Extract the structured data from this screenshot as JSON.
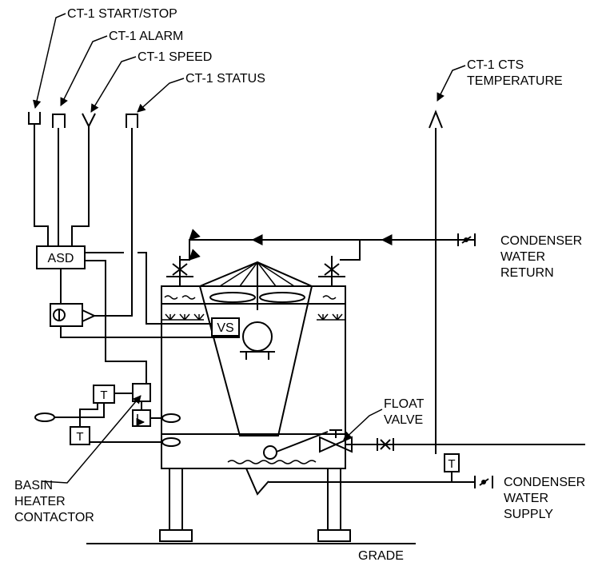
{
  "points": {
    "start_stop": "CT-1 START/STOP",
    "alarm": "CT-1 ALARM",
    "speed": "CT-1 SPEED",
    "status": "CT-1 STATUS",
    "cts_temp": [
      "CT-1 CTS",
      "TEMPERATURE"
    ]
  },
  "labels": {
    "cond_return": [
      "CONDENSER",
      "WATER",
      "RETURN"
    ],
    "cond_supply": [
      "CONDENSER",
      "WATER",
      "SUPPLY"
    ],
    "float_valve": [
      "FLOAT",
      "VALVE"
    ],
    "basin_heater": [
      "BASIN",
      "HEATER",
      "CONTACTOR"
    ],
    "grade": "GRADE"
  },
  "devices": {
    "asd": "ASD",
    "vs": "VS",
    "temp_sensor": "T"
  }
}
